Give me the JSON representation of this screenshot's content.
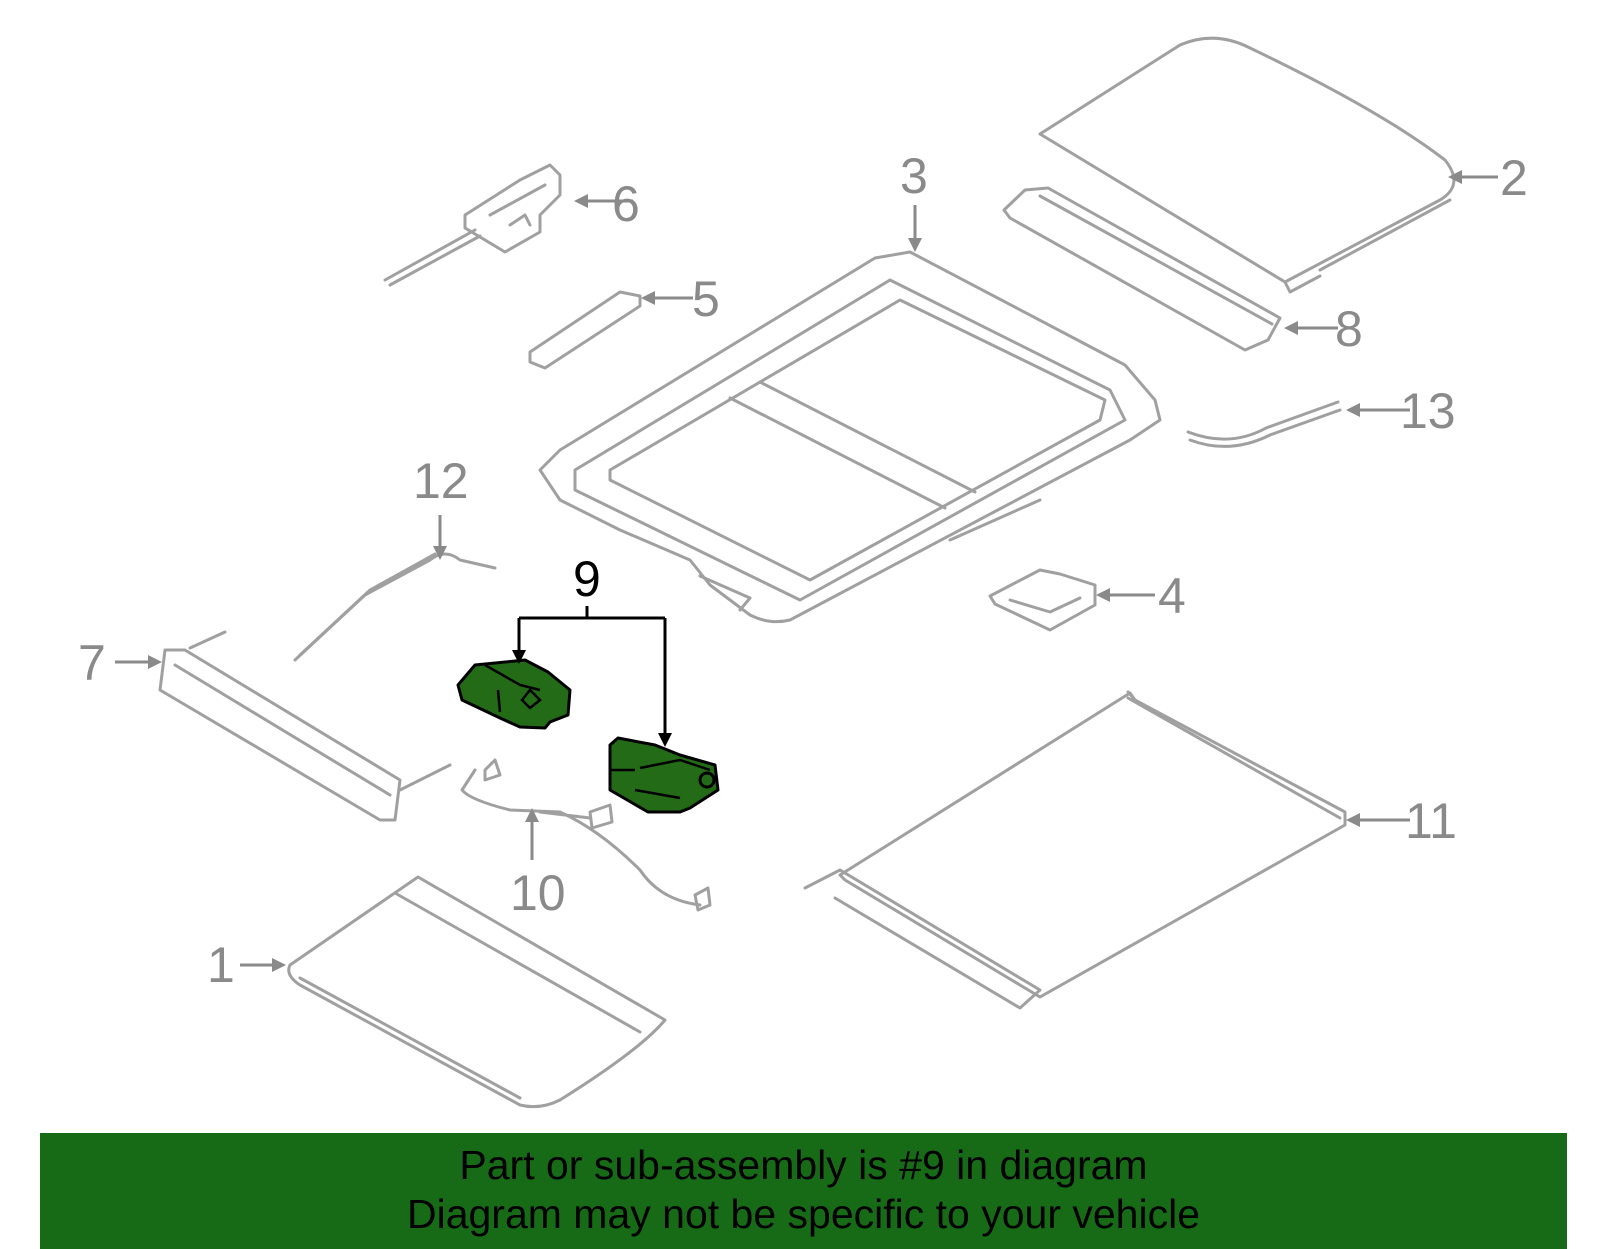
{
  "diagram": {
    "callouts": {
      "c1": "1",
      "c2": "2",
      "c3": "3",
      "c4": "4",
      "c5": "5",
      "c6": "6",
      "c7": "7",
      "c8": "8",
      "c9": "9",
      "c10": "10",
      "c11": "11",
      "c12": "12",
      "c13": "13"
    },
    "highlighted_part": "9",
    "colors": {
      "highlight_fill": "#236b17",
      "part_stroke": "#a0a0a0",
      "banner_bg": "#176b17"
    }
  },
  "banner": {
    "line1": "Part or sub-assembly is #9 in diagram",
    "line2": "Diagram may not be specific to your vehicle"
  }
}
